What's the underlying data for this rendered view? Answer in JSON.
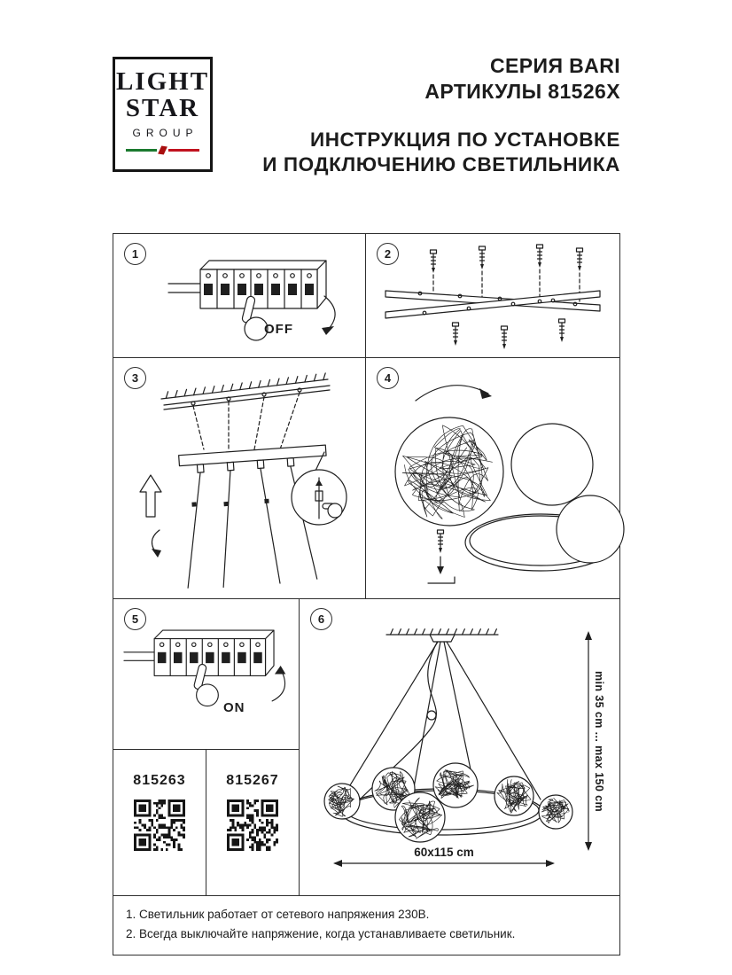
{
  "logo": {
    "line1": "LIGHT",
    "line2": "STAR",
    "line3": "GROUP",
    "flag_green": "#1b7a2f",
    "flag_red": "#c1121f",
    "flag_mark": "#a90f0f"
  },
  "header": {
    "series": "СЕРИЯ BARI",
    "articles": "АРТИКУЛЫ 81526X",
    "title_line1": "ИНСТРУКЦИЯ ПО УСТАНОВКЕ",
    "title_line2": "И ПОДКЛЮЧЕНИЮ СВЕТИЛЬНИКА"
  },
  "steps": [
    {
      "number": "1",
      "label": "OFF"
    },
    {
      "number": "2"
    },
    {
      "number": "3"
    },
    {
      "number": "4"
    },
    {
      "number": "5",
      "label": "ON"
    },
    {
      "number": "6"
    }
  ],
  "dimensions": {
    "vertical": "min 35 cm ... max 150 cm",
    "horizontal": "60x115 cm"
  },
  "articles": [
    {
      "code": "815263"
    },
    {
      "code": "815267"
    }
  ],
  "footer": {
    "note1": "1. Светильник работает от сетевого напряжения 230В.",
    "note2": "2. Всегда выключайте напряжение, когда устанавливаете светильник."
  },
  "colors": {
    "ink": "#1f1f1f",
    "background": "#ffffff"
  }
}
